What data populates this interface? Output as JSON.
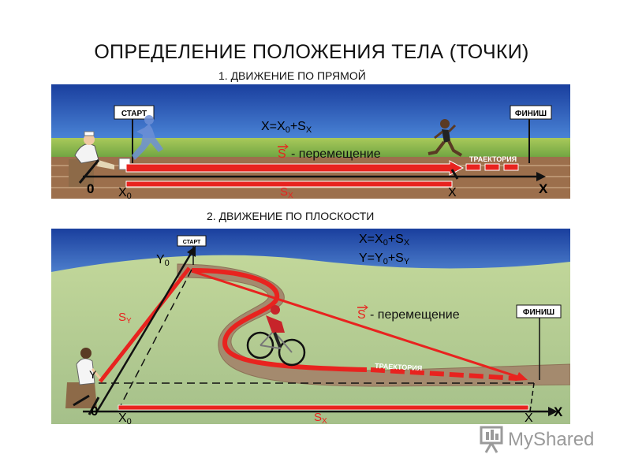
{
  "title": "ОПРЕДЕЛЕНИЕ ПОЛОЖЕНИЯ ТЕЛА (ТОЧКИ)",
  "section1": {
    "heading": "1. ДВИЖЕНИЕ ПО ПРЯМОЙ",
    "start_sign": "СТАРТ",
    "finish_sign": "ФИНИШ",
    "equation": {
      "lhs": "X=X",
      "sub0": "0",
      "mid": "+S",
      "subx": "X"
    },
    "displacement_symbol": "S",
    "displacement_text": "- перемещение",
    "trajectory": "ТРАЕКТОРИЯ",
    "origin": "0",
    "x0": {
      "main": "X",
      "sub": "0"
    },
    "sx": {
      "main": "S",
      "sub": "X"
    },
    "x_pos": "X",
    "axis": "X"
  },
  "section2": {
    "heading": "2. ДВИЖЕНИЕ ПО ПЛОСКОСТИ",
    "start_sign": "СТАРТ",
    "finish_sign": "ФИНИШ",
    "eq_x": {
      "lhs": "X=X",
      "sub0": "0",
      "mid": "+S",
      "sub": "X"
    },
    "eq_y": {
      "lhs": "Y=Y",
      "sub0": "0",
      "mid": "+S",
      "sub": "Y"
    },
    "displacement_symbol": "S",
    "displacement_text": "- перемещение",
    "trajectory": "ТРАЕКТОРИЯ",
    "origin": "0",
    "y0": {
      "main": "Y",
      "sub": "0"
    },
    "sy": {
      "main": "S",
      "sub": "Y"
    },
    "y_pos": "Y",
    "x0": {
      "main": "X",
      "sub": "0"
    },
    "sx": {
      "main": "S",
      "sub": "X"
    },
    "x_pos": "X",
    "axis": "X"
  },
  "watermark": "MyShared",
  "colors": {
    "red": "#e8231f",
    "sky": "#1c4db8",
    "grass": "#8fc15a",
    "track": "#a07a58",
    "path": "#a48a6e"
  }
}
